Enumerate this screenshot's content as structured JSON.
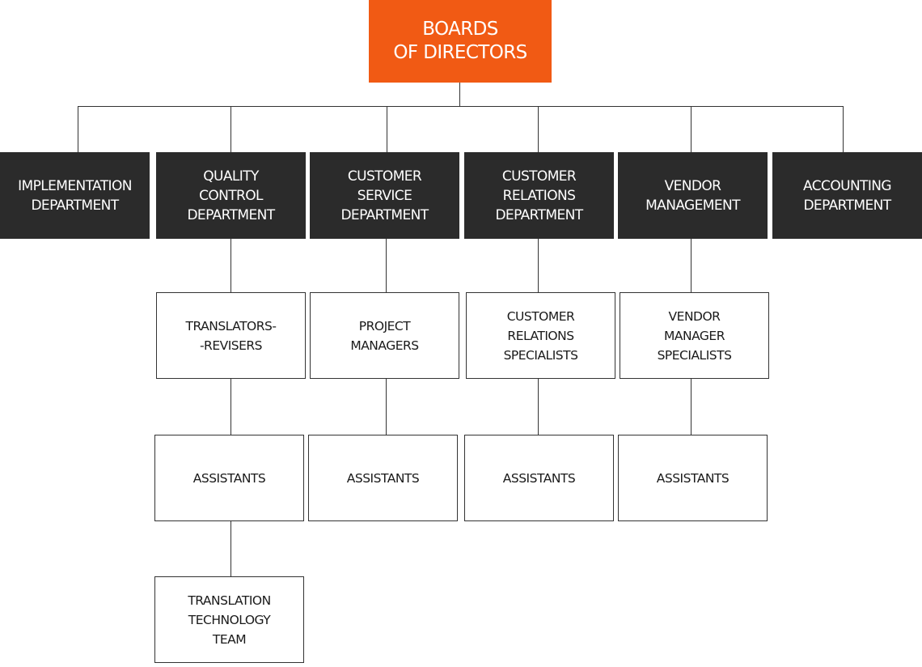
{
  "colors": {
    "root": "#f15a14",
    "department": "#2b2b2b",
    "line": "#333333"
  },
  "root": {
    "label": "BOARDS\nOF DIRECTORS"
  },
  "departments": [
    {
      "label": "IMPLEMENTATION\nDEPARTMENT"
    },
    {
      "label": "QUALITY\nCONTROL\nDEPARTMENT"
    },
    {
      "label": "CUSTOMER\nSERVICE\nDEPARTMENT"
    },
    {
      "label": "CUSTOMER\nRELATIONS\nDEPARTMENT"
    },
    {
      "label": "VENDOR\nMANAGEMENT"
    },
    {
      "label": "ACCOUNTING\nDEPARTMENT"
    }
  ],
  "quality_control": {
    "level1": "TRANSLATORS-\n-REVISERS",
    "level2": "ASSISTANTS",
    "level3": "TRANSLATION\nTECHNOLOGY\nTEAM"
  },
  "customer_service": {
    "level1": "PROJECT\nMANAGERS",
    "level2": "ASSISTANTS"
  },
  "customer_relations": {
    "level1": "CUSTOMER\nRELATIONS\nSPECIALISTS",
    "level2": "ASSISTANTS"
  },
  "vendor_management": {
    "level1": "VENDOR\nMANAGER\nSPECIALISTS",
    "level2": "ASSISTANTS"
  }
}
